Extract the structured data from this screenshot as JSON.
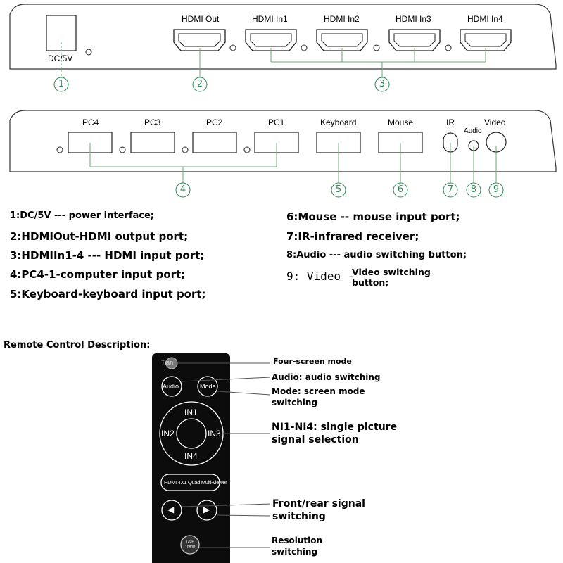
{
  "top_panel": {
    "ports": {
      "dc": "DC/5V",
      "hdmi_out": "HDMI Out",
      "hdmi_in1": "HDMI In1",
      "hdmi_in2": "HDMI In2",
      "hdmi_in3": "HDMI In3",
      "hdmi_in4": "HDMI In4"
    },
    "callouts": [
      "1",
      "2",
      "3"
    ]
  },
  "bottom_panel": {
    "ports": {
      "pc4": "PC4",
      "pc3": "PC3",
      "pc2": "PC2",
      "pc1": "PC1",
      "keyboard": "Keyboard",
      "mouse": "Mouse",
      "ir": "IR",
      "audio": "Audio",
      "video": "Video"
    },
    "callouts": [
      "4",
      "5",
      "6",
      "7",
      "8",
      "9"
    ]
  },
  "descriptions": {
    "left": [
      "1:DC/5V --- power interface;",
      "2:HDMIOut-HDMI output port;",
      "3:HDMIIn1-4 --- HDMI input port;",
      "4:PC4-1-computer input port;",
      "5:Keyboard-keyboard input port;"
    ],
    "right": [
      "6:Mouse -- mouse input port;",
      "7:IR-infrared receiver;",
      "8:Audio --- audio switching button;"
    ],
    "video_prefix": "9: Video -",
    "video_suffix": "Video switching button;"
  },
  "remote": {
    "title": "Remote Control Description:",
    "buttons": {
      "brand": "Tian",
      "audio": "Audio",
      "mode": "Mode",
      "in1": "IN1",
      "in2": "IN2",
      "in3": "IN3",
      "in4": "IN4",
      "model": "HDMI 4X1 Quad Multi-viewer",
      "prev": "◀",
      "next": "▶",
      "res_top": "720P",
      "res_bottom": "1080P"
    },
    "callouts": {
      "four_screen": "Four-screen mode",
      "audio": "Audio: audio switching",
      "mode": "Mode: screen mode switching",
      "ni": "NI1-NI4: single picture signal selection",
      "front_rear": "Front/rear signal switching",
      "resolution": "Resolution switching"
    }
  }
}
